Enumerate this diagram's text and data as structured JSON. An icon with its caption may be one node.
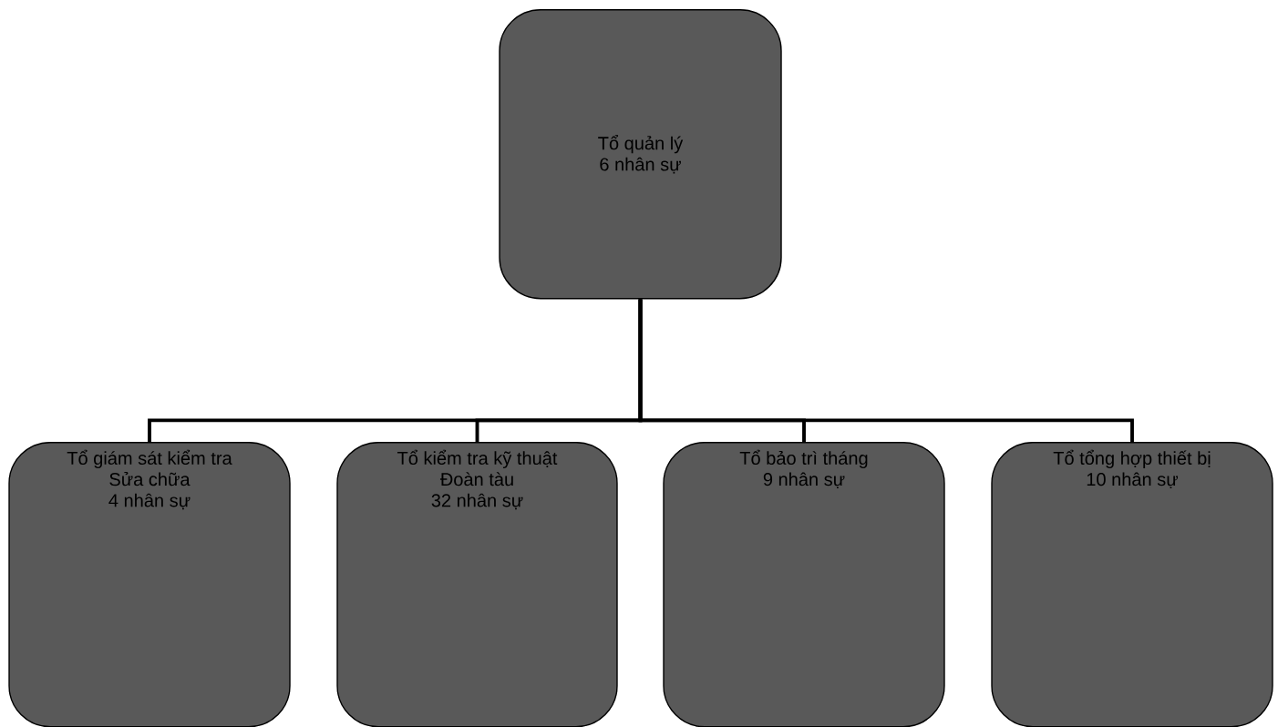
{
  "diagram": {
    "nodes": [
      {
        "text": [
          "Tổ quản lý",
          "6 nhân sự"
        ]
      },
      {
        "text": [
          "Tổ giám sát kiểm tra",
          "Sửa chữa",
          "4 nhân sự"
        ]
      },
      {
        "text": [
          "Tổ kiểm tra kỹ thuật",
          "Đoàn tàu",
          "32 nhân sự"
        ]
      },
      {
        "text": [
          "Tổ bảo trì tháng",
          "9 nhân sự"
        ]
      },
      {
        "text": [
          "Tổ tổng hợp thiết bị",
          "10 nhân sự"
        ]
      }
    ],
    "edges": [
      {
        "from": 0,
        "to": 1,
        "arrow": "none"
      },
      {
        "from": 0,
        "to": 2,
        "arrow": "none"
      },
      {
        "from": 0,
        "to": 3,
        "arrow": "none"
      },
      {
        "from": 0,
        "to": 4,
        "arrow": "none"
      }
    ]
  }
}
